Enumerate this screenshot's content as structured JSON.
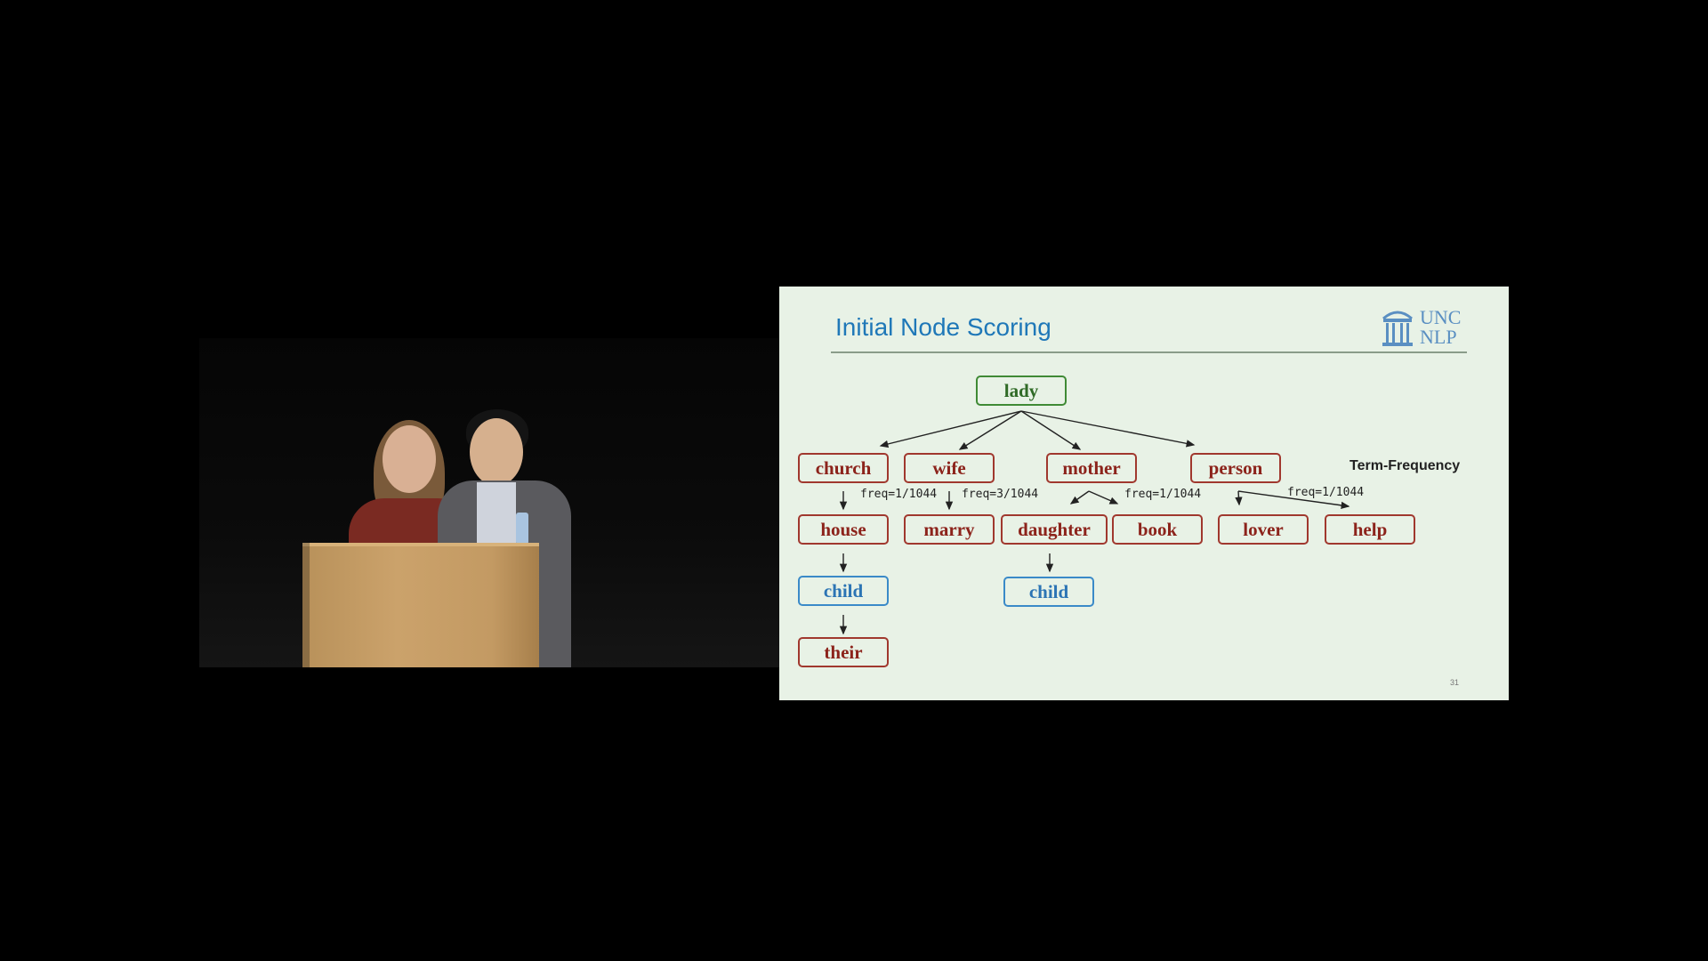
{
  "slide": {
    "title": "Initial Node Scoring",
    "logo": {
      "line1": "UNC",
      "line2": "NLP",
      "icon": "old-well-icon"
    },
    "side_label": "Term-Frequency",
    "slide_number": "31",
    "nodes": {
      "lady": "lady",
      "church": "church",
      "wife": "wife",
      "mother": "mother",
      "person": "person",
      "house": "house",
      "marry": "marry",
      "daughter": "daughter",
      "book": "book",
      "lover": "lover",
      "help": "help",
      "child_1": "child",
      "child_2": "child",
      "their": "their"
    },
    "freq_labels": {
      "church": "freq=1/1044",
      "wife": "freq=3/1044",
      "mother": "freq=1/1044",
      "person": "freq=1/1044"
    },
    "colors": {
      "root": "#3f8a35",
      "node": "#a0382e",
      "highlight": "#3a8ac8",
      "title": "#1f78b8",
      "background": "#e8f2e6"
    }
  }
}
